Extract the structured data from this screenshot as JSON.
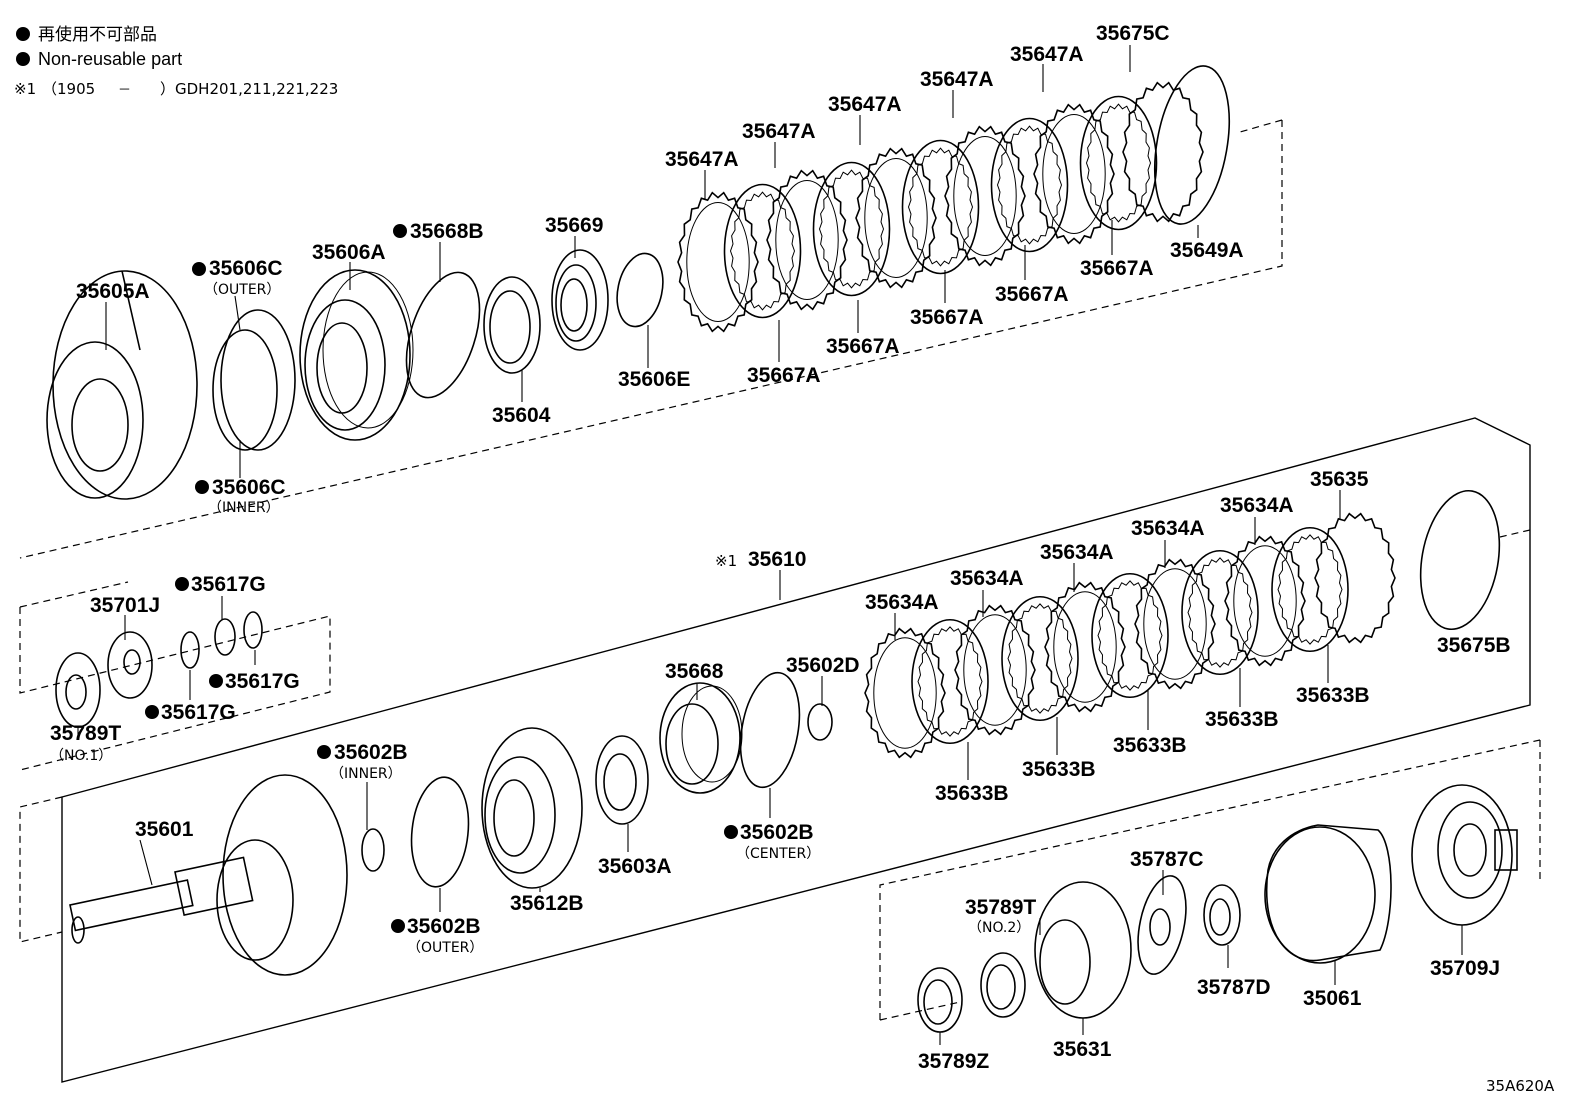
{
  "notes": {
    "jp": "再使用不可部品",
    "en": "Non-reusable part",
    "ref_mark": "※1",
    "ref_open": "（1905",
    "ref_dash": "－",
    "ref_close": "）GDH201,211,221,223"
  },
  "labels": {
    "l35605A": "35605A",
    "l35606C_outer": "35606C",
    "sub_outer1": "（OUTER）",
    "l35606C_inner": "35606C",
    "sub_inner1": "（INNER）",
    "l35606A": "35606A",
    "l35668B": "35668B",
    "l35604": "35604",
    "l35669": "35669",
    "l35606E": "35606E",
    "l35647A_1": "35647A",
    "l35647A_2": "35647A",
    "l35647A_3": "35647A",
    "l35647A_4": "35647A",
    "l35647A_5": "35647A",
    "l35675C": "35675C",
    "l35649A": "35649A",
    "l35667A_1": "35667A",
    "l35667A_2": "35667A",
    "l35667A_3": "35667A",
    "l35667A_4": "35667A",
    "l35667A_5": "35667A",
    "l35610_mark": "※1",
    "l35610": "35610",
    "l35701J": "35701J",
    "l35617G_1": "35617G",
    "l35617G_2": "35617G",
    "l35617G_3": "35617G",
    "l35789T_1": "35789T",
    "sub_no1": "（NO.1）",
    "l35634A_1": "35634A",
    "l35634A_2": "35634A",
    "l35634A_3": "35634A",
    "l35634A_4": "35634A",
    "l35634A_5": "35634A",
    "l35635": "35635",
    "l35675B": "35675B",
    "l35633B_1": "35633B",
    "l35633B_2": "35633B",
    "l35633B_3": "35633B",
    "l35633B_4": "35633B",
    "l35633B_5": "35633B",
    "l35668": "35668",
    "l35602D": "35602D",
    "l35602B_inner": "35602B",
    "sub_inner2": "（INNER）",
    "l35602B_center": "35602B",
    "sub_center": "（CENTER）",
    "l35602B_outer": "35602B",
    "sub_outer2": "（OUTER）",
    "l35601": "35601",
    "l35612B": "35612B",
    "l35603A": "35603A",
    "l35787C": "35787C",
    "l35789T_2": "35789T",
    "sub_no2": "（NO.2）",
    "l35787D": "35787D",
    "l35061": "35061",
    "l35709J": "35709J",
    "l35789Z": "35789Z",
    "l35631": "35631",
    "diagram_code": "35A620A"
  }
}
